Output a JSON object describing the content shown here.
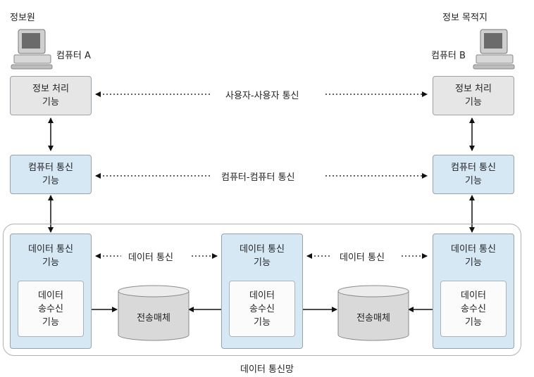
{
  "source_label": "정보원",
  "destination_label": "정보 목적지",
  "computer_a": "컴퓨터 A",
  "computer_b": "컴퓨터 B",
  "info_processing": [
    "정보 처리",
    "기능"
  ],
  "comp_comm": [
    "컴퓨터 통신",
    "기능"
  ],
  "data_comm": [
    "데이터 통신",
    "기능"
  ],
  "transceiver": [
    "데이터",
    "송수신",
    "기능"
  ],
  "medium": "전송매체",
  "user_to_user": "사용자-사용자 통신",
  "comp_to_comp": "컴퓨터-컴퓨터 통신",
  "data_link": "데이터 통신",
  "network_label": "데이터 통신망",
  "colors": {
    "gray_box": "#e6e6e6",
    "blue_box": "#d7e8f5",
    "outline": "#9aa3ab"
  }
}
